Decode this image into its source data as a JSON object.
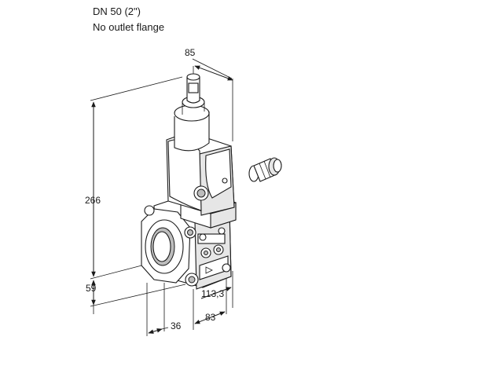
{
  "header": {
    "size_label": "DN 50 (2\")",
    "flange_note": "No outlet flange"
  },
  "dimensions": {
    "top_width": "85",
    "overall_height": "266",
    "inlet_height": "59",
    "front_offset": "36",
    "depth": "83",
    "side_depth": "113,3"
  },
  "icons": [
    "valve-drawing",
    "cable-gland-icon"
  ]
}
